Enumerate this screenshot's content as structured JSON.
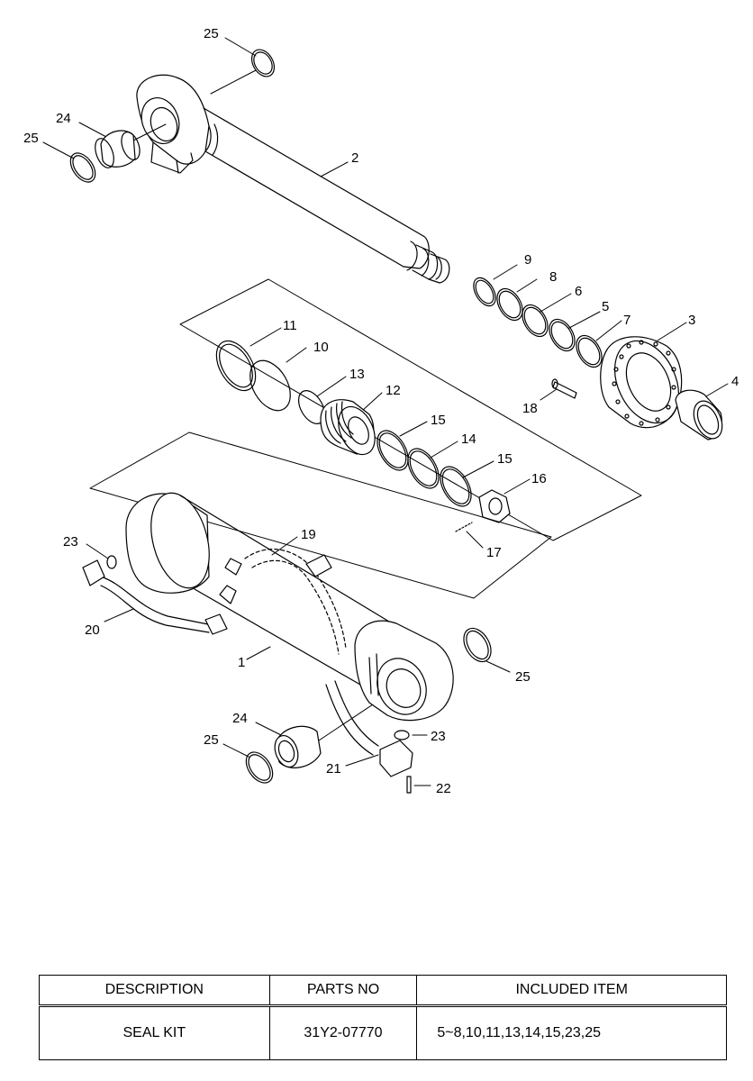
{
  "callouts": {
    "c1": "1",
    "c2": "2",
    "c3": "3",
    "c4": "4",
    "c5": "5",
    "c6": "6",
    "c7": "7",
    "c8": "8",
    "c9": "9",
    "c10": "10",
    "c11": "11",
    "c12": "12",
    "c13": "13",
    "c14": "14",
    "c15a": "15",
    "c15b": "15",
    "c16": "16",
    "c17": "17",
    "c18": "18",
    "c19": "19",
    "c20": "20",
    "c21": "21",
    "c22": "22",
    "c23a": "23",
    "c23b": "23",
    "c24a": "24",
    "c24b": "24",
    "c25a": "25",
    "c25b": "25",
    "c25c": "25",
    "c25d": "25"
  },
  "table": {
    "headers": [
      "DESCRIPTION",
      "PARTS NO",
      "INCLUDED ITEM"
    ],
    "rows": [
      {
        "description": "SEAL KIT",
        "parts_no": "31Y2-07770",
        "included": "5~8,10,11,13,14,15,23,25"
      }
    ]
  }
}
